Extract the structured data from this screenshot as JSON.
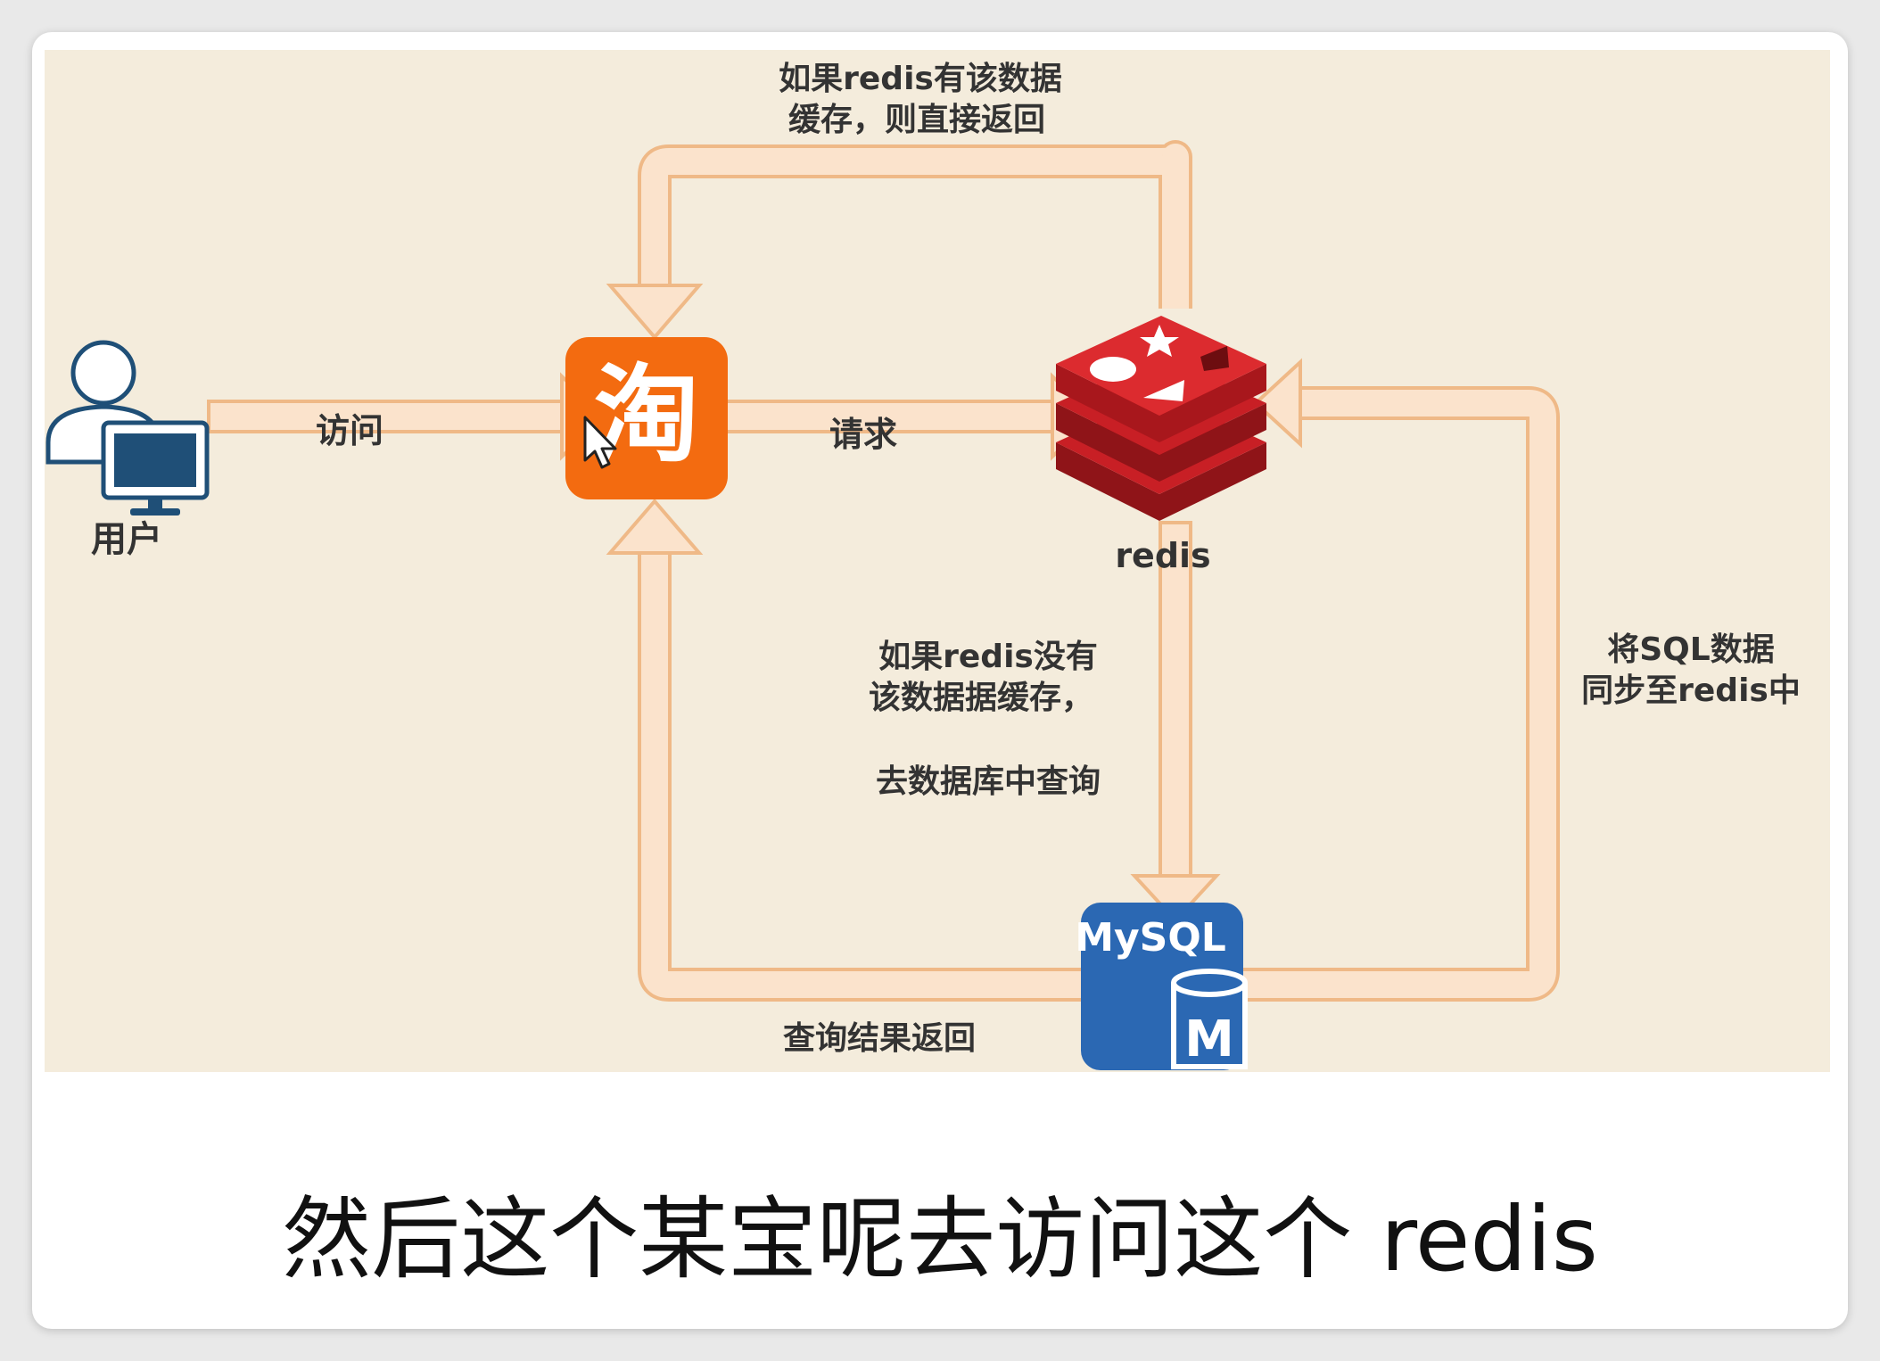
{
  "diagram": {
    "user_label": "用户",
    "visit_label": "访问",
    "taobao_glyph": "淘",
    "request_label": "请求",
    "redis_label": "redis",
    "cache_hit_note": [
      "如果redis有该数据",
      "缓存，则直接返回"
    ],
    "cache_miss_note": [
      "如果redis没有",
      "该数据据缓存，"
    ],
    "query_db_note": "去数据库中查询",
    "sync_note": [
      "将SQL数据",
      "同步至redis中"
    ],
    "result_return_note": "查询结果返回",
    "mysql_logo_text": "MySQL",
    "mysql_badge": "M"
  },
  "colors": {
    "background": "#f4ecdc",
    "arrow_fill": "#fbe3cc",
    "arrow_stroke": "#efb987",
    "taobao_orange": "#f36b10",
    "redis_red": "#c81f25",
    "mysql_blue": "#2b68b3",
    "user_icon_blue": "#1f4f77"
  },
  "subtitle": "然后这个某宝呢去访问这个 redis"
}
